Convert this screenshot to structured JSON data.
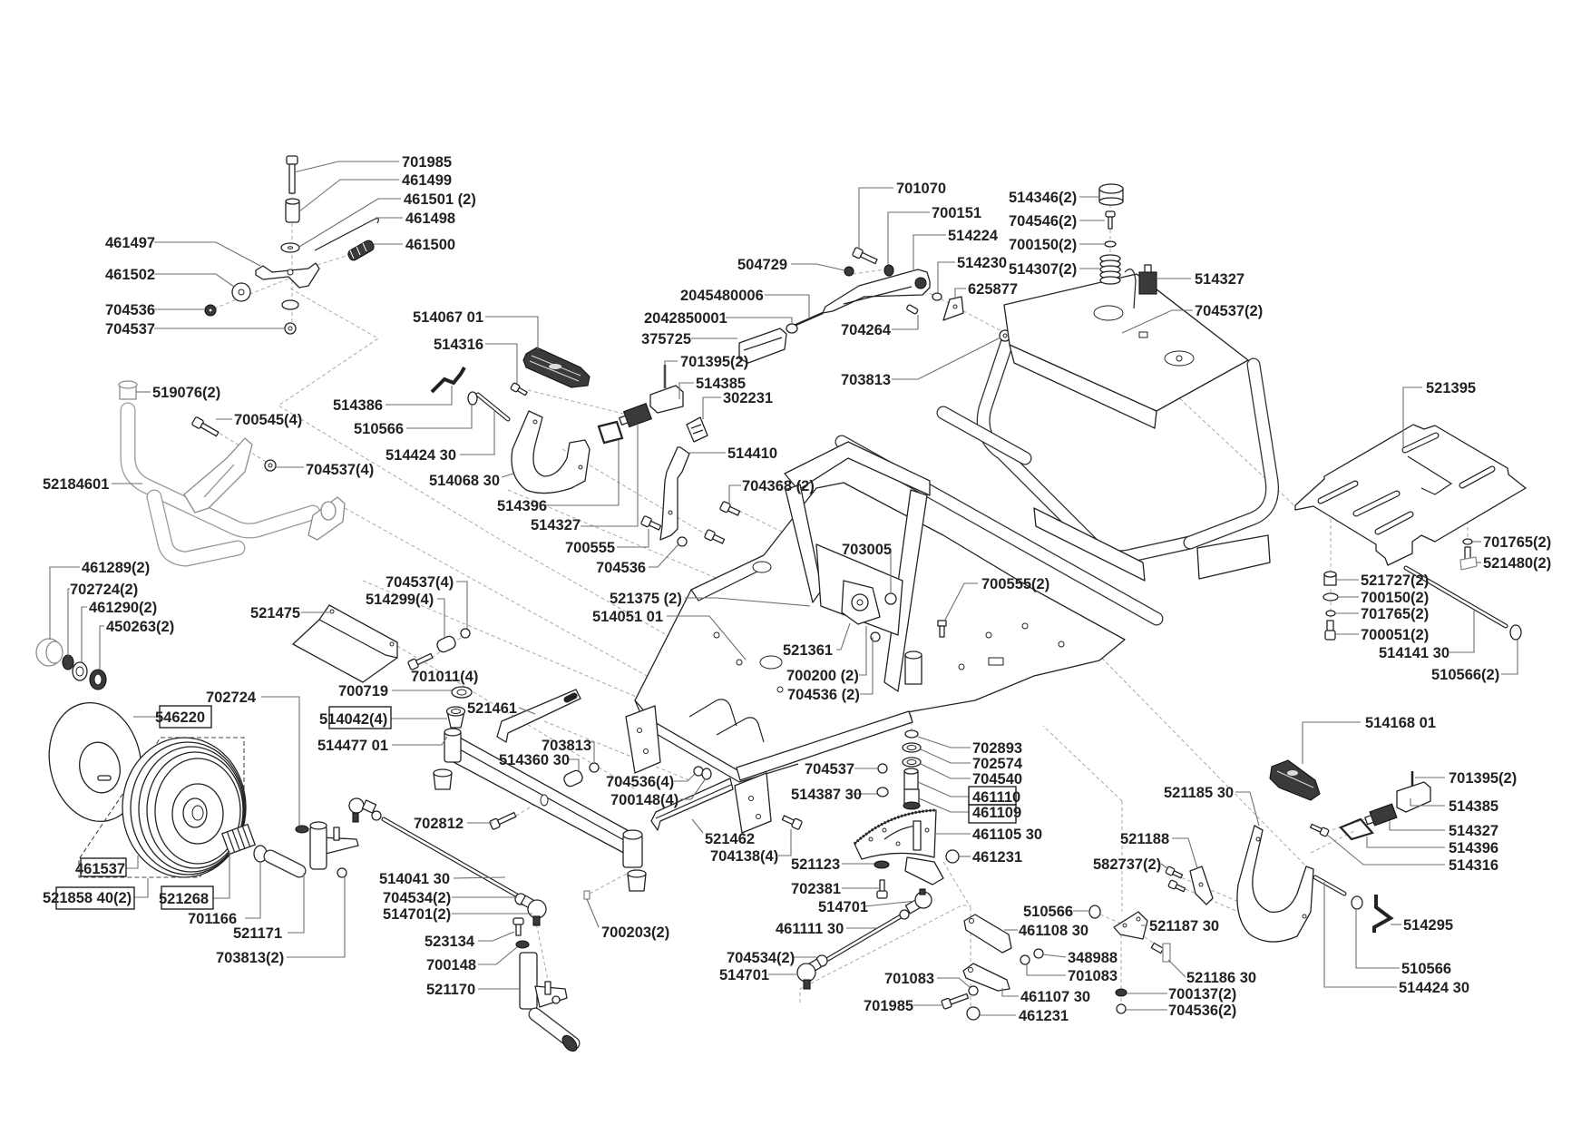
{
  "colors": {
    "background": "#ffffff",
    "ink": "#222222",
    "leader": "#6e6e6e",
    "assembly_dash": "#a8a8a8"
  },
  "labels": [
    {
      "text": "701985"
    },
    {
      "text": "461499"
    },
    {
      "text": "461501 (2)"
    },
    {
      "text": "461498"
    },
    {
      "text": "461500"
    },
    {
      "text": "461497"
    },
    {
      "text": "461502"
    },
    {
      "text": "704536"
    },
    {
      "text": "704537"
    },
    {
      "text": "519076(2)"
    },
    {
      "text": "700545(4)"
    },
    {
      "text": "704537(4)"
    },
    {
      "text": "52184601"
    },
    {
      "text": "461289(2)"
    },
    {
      "text": "702724(2)"
    },
    {
      "text": "461290(2)"
    },
    {
      "text": "450263(2)"
    },
    {
      "text": "702724"
    },
    {
      "text": "546220",
      "boxed": true
    },
    {
      "text": "461537",
      "boxed": true
    },
    {
      "text": "521858 40(2)",
      "boxed": true
    },
    {
      "text": "521268",
      "boxed": true
    },
    {
      "text": "701166"
    },
    {
      "text": "521171"
    },
    {
      "text": "703813(2)"
    },
    {
      "text": "521475"
    },
    {
      "text": "704537(4)"
    },
    {
      "text": "514299(4)"
    },
    {
      "text": "701011(4)"
    },
    {
      "text": "700719"
    },
    {
      "text": "514042(4)",
      "boxed": true
    },
    {
      "text": "514477 01"
    },
    {
      "text": "521461"
    },
    {
      "text": "703813"
    },
    {
      "text": "514360 30"
    },
    {
      "text": "702812"
    },
    {
      "text": "514041 30"
    },
    {
      "text": "704534(2)"
    },
    {
      "text": "514701(2)"
    },
    {
      "text": "523134"
    },
    {
      "text": "700148"
    },
    {
      "text": "521170"
    },
    {
      "text": "700203(2)"
    },
    {
      "text": "514067 01"
    },
    {
      "text": "514316"
    },
    {
      "text": "514386"
    },
    {
      "text": "510566"
    },
    {
      "text": "514424 30"
    },
    {
      "text": "514068 30"
    },
    {
      "text": "514396"
    },
    {
      "text": "514327"
    },
    {
      "text": "700555"
    },
    {
      "text": "704536"
    },
    {
      "text": "701070"
    },
    {
      "text": "700151"
    },
    {
      "text": "514224"
    },
    {
      "text": "504729"
    },
    {
      "text": "514230"
    },
    {
      "text": "625877"
    },
    {
      "text": "2045480006"
    },
    {
      "text": "2042850001"
    },
    {
      "text": "375725"
    },
    {
      "text": "704264"
    },
    {
      "text": "701395(2)"
    },
    {
      "text": "514385"
    },
    {
      "text": "302231"
    },
    {
      "text": "703813"
    },
    {
      "text": "514410"
    },
    {
      "text": "704368 (2)"
    },
    {
      "text": "703005"
    },
    {
      "text": "521375 (2)"
    },
    {
      "text": "514051 01"
    },
    {
      "text": "700555(2)"
    },
    {
      "text": "521361"
    },
    {
      "text": "700200 (2)"
    },
    {
      "text": "704536 (2)"
    },
    {
      "text": "514346(2)"
    },
    {
      "text": "704546(2)"
    },
    {
      "text": "700150(2)"
    },
    {
      "text": "514307(2)"
    },
    {
      "text": "514327"
    },
    {
      "text": "704537(2)"
    },
    {
      "text": "521395"
    },
    {
      "text": "701765(2)"
    },
    {
      "text": "521480(2)"
    },
    {
      "text": "521727(2)"
    },
    {
      "text": "700150(2)"
    },
    {
      "text": "701765(2)"
    },
    {
      "text": "700051(2)"
    },
    {
      "text": "514141 30"
    },
    {
      "text": "510566(2)"
    },
    {
      "text": "702893"
    },
    {
      "text": "702574"
    },
    {
      "text": "704540"
    },
    {
      "text": "461110",
      "boxed": true
    },
    {
      "text": "461109",
      "boxed": true
    },
    {
      "text": "461105 30"
    },
    {
      "text": "461231"
    },
    {
      "text": "704537"
    },
    {
      "text": "514387 30"
    },
    {
      "text": "704536(4)"
    },
    {
      "text": "700148(4)"
    },
    {
      "text": "521462"
    },
    {
      "text": "704138(4)"
    },
    {
      "text": "521123"
    },
    {
      "text": "702381"
    },
    {
      "text": "514701"
    },
    {
      "text": "461111 30"
    },
    {
      "text": "704534(2)"
    },
    {
      "text": "514701"
    },
    {
      "text": "510566"
    },
    {
      "text": "461108 30"
    },
    {
      "text": "348988"
    },
    {
      "text": "701083"
    },
    {
      "text": "701083"
    },
    {
      "text": "461107 30"
    },
    {
      "text": "701985"
    },
    {
      "text": "461231"
    },
    {
      "text": "521185 30"
    },
    {
      "text": "521188"
    },
    {
      "text": "582737(2)"
    },
    {
      "text": "521187 30"
    },
    {
      "text": "521186 30"
    },
    {
      "text": "700137(2)"
    },
    {
      "text": "704536(2)"
    },
    {
      "text": "514168 01"
    },
    {
      "text": "701395(2)"
    },
    {
      "text": "514385"
    },
    {
      "text": "514327"
    },
    {
      "text": "514396"
    },
    {
      "text": "514316"
    },
    {
      "text": "514295"
    },
    {
      "text": "510566"
    },
    {
      "text": "514424 30"
    }
  ]
}
